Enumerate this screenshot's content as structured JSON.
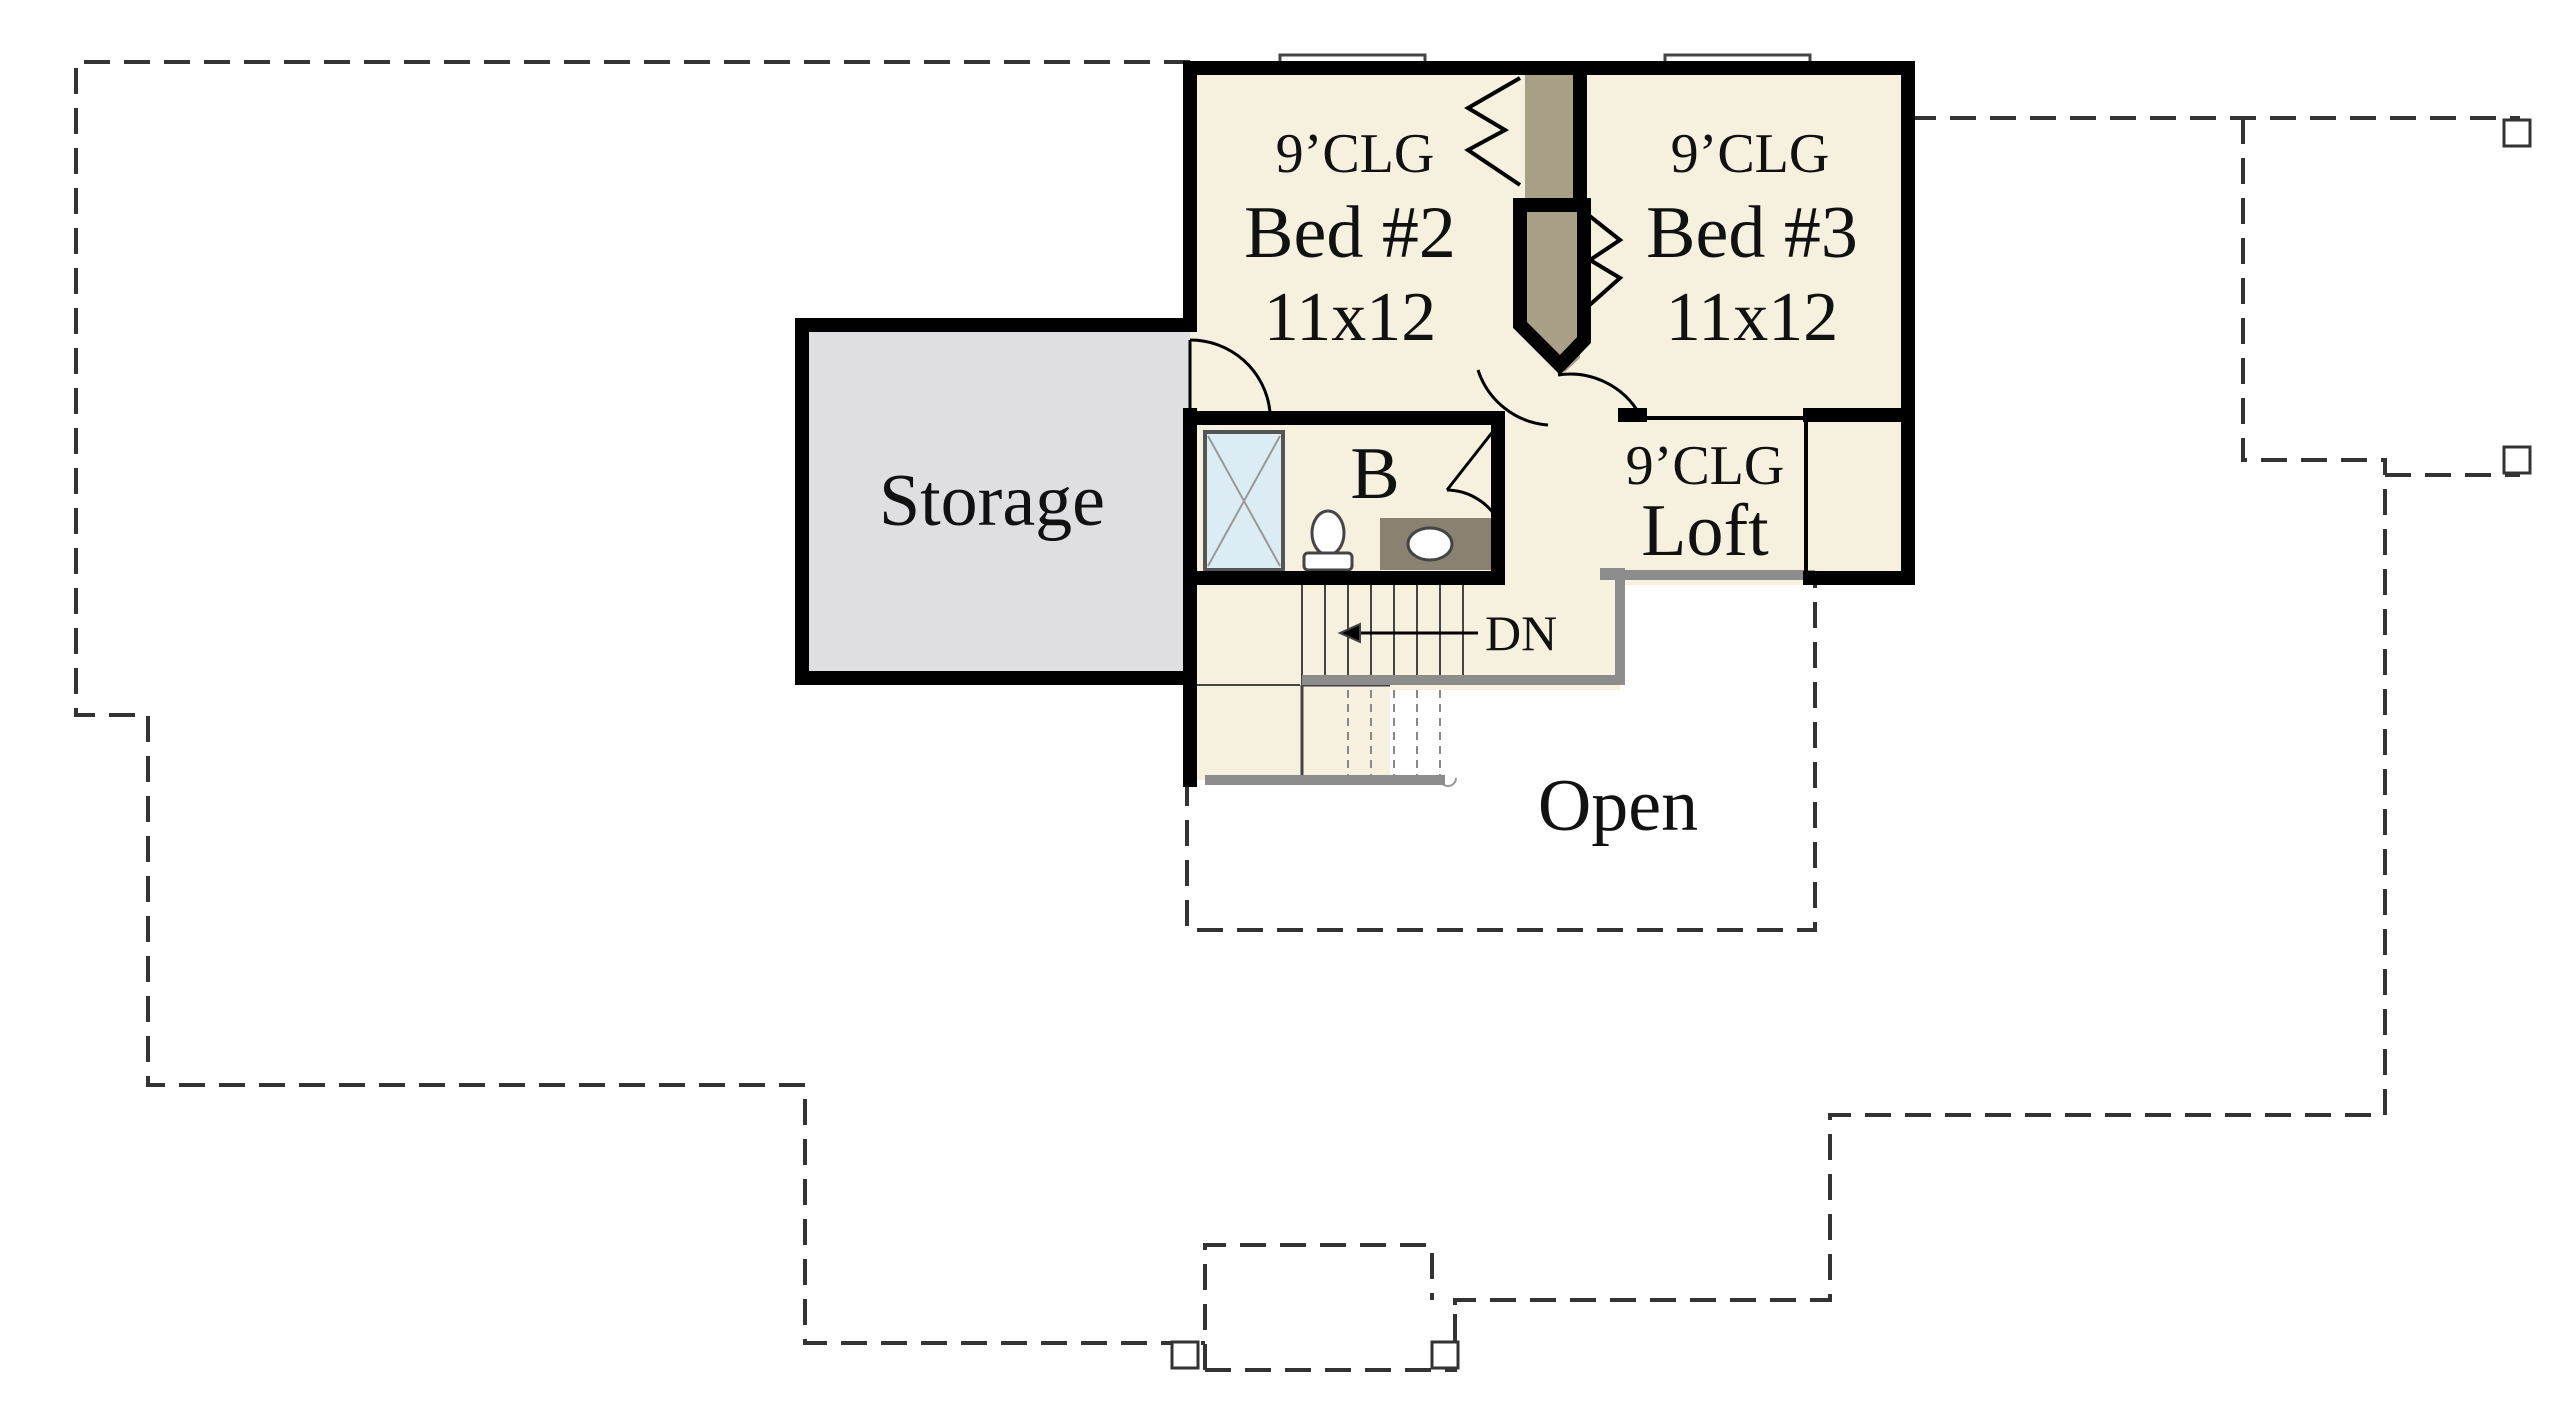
{
  "colors": {
    "floor": "#f6f0de",
    "storage": "#dfdfe1",
    "wall": "#000000",
    "partial_wall": "#8c8c8c",
    "closet": "#a99f86",
    "vanity": "#8a8270",
    "shower": "#dcecf4",
    "outline": "#333333"
  },
  "rooms": {
    "bed2": {
      "ceiling": "9’CLG",
      "name": "Bed #2",
      "size": "11x12"
    },
    "bed3": {
      "ceiling": "9’CLG",
      "name": "Bed #3",
      "size": "11x12"
    },
    "bath": {
      "name": "B"
    },
    "loft": {
      "ceiling": "9’CLG",
      "name": "Loft"
    },
    "storage": {
      "name": "Storage"
    },
    "open": {
      "name": "Open"
    }
  },
  "stair": {
    "label": "DN"
  },
  "icons": [
    "toilet-icon",
    "sink-icon",
    "shower-icon",
    "door-swing-icon",
    "stair-arrow-icon",
    "bifold-door-icon"
  ]
}
